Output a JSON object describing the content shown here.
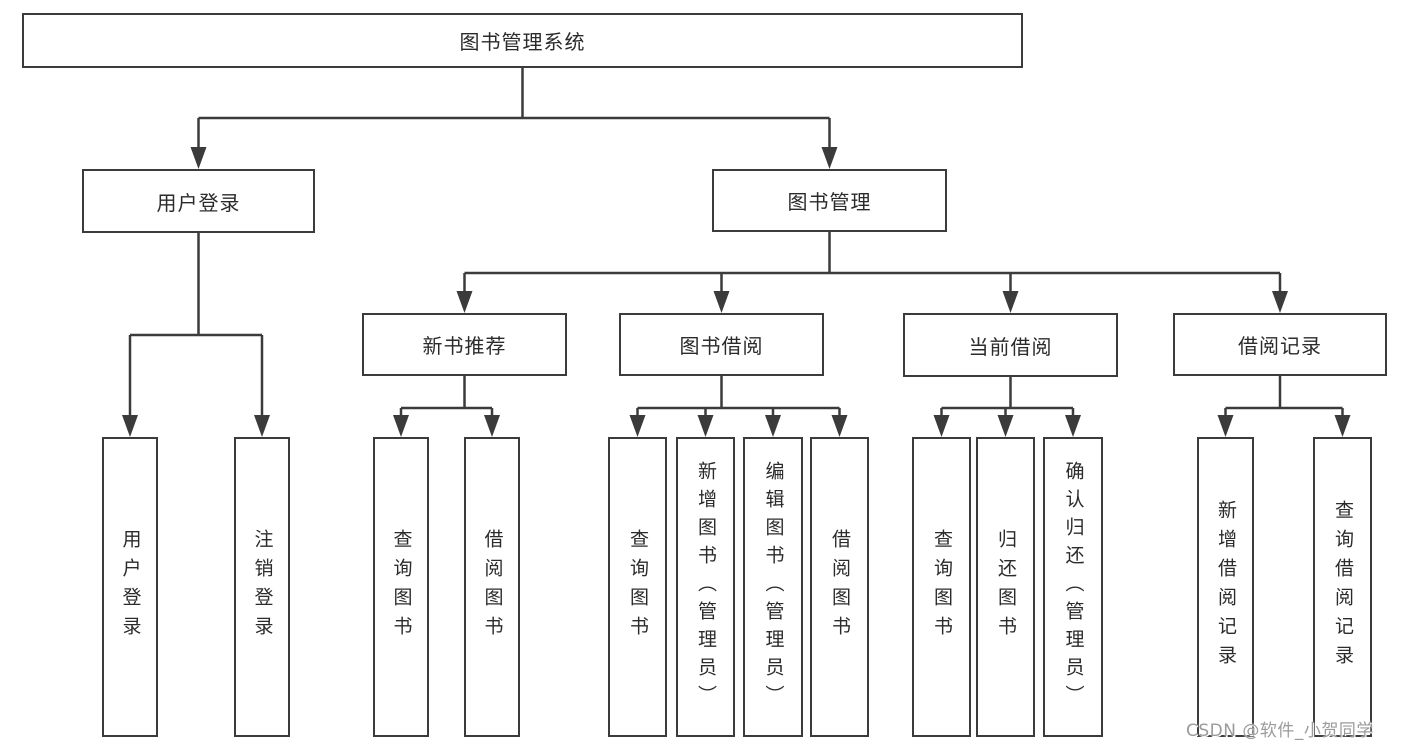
{
  "title": "图书管理系统",
  "level2": [
    {
      "label": "用户登录",
      "children": [
        {
          "label": "用户登录"
        },
        {
          "label": "注销登录"
        }
      ]
    },
    {
      "label": "图书管理",
      "children": [
        {
          "label": "新书推荐",
          "children": [
            {
              "label": "查询图书"
            },
            {
              "label": "借阅图书"
            }
          ]
        },
        {
          "label": "图书借阅",
          "children": [
            {
              "label": "查询图书"
            },
            {
              "label": "新增图书（管理员）"
            },
            {
              "label": "编辑图书（管理员）"
            },
            {
              "label": "借阅图书"
            }
          ]
        },
        {
          "label": "当前借阅",
          "children": [
            {
              "label": "查询图书"
            },
            {
              "label": "归还图书"
            },
            {
              "label": "确认归还（管理员）"
            }
          ]
        },
        {
          "label": "借阅记录",
          "children": [
            {
              "label": "新增借阅记录"
            },
            {
              "label": "查询借阅记录"
            }
          ]
        }
      ]
    }
  ],
  "watermark": "CSDN @软件_小贺同学"
}
